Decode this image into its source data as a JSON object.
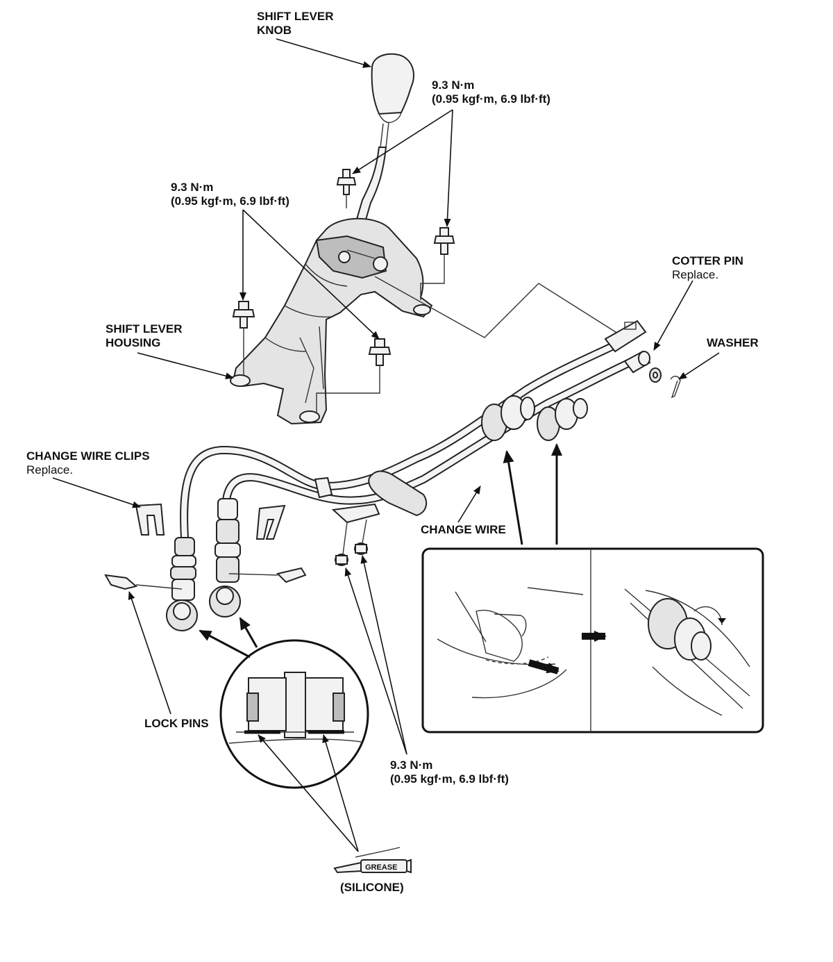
{
  "labels": {
    "shift_lever_knob": [
      "SHIFT LEVER",
      "KNOB"
    ],
    "torque_top": [
      "9.3 N·m",
      "(0.95 kgf·m, 6.9 lbf·ft)"
    ],
    "torque_left": [
      "9.3 N·m",
      "(0.95 kgf·m, 6.9 lbf·ft)"
    ],
    "torque_bottom": [
      "9.3 N·m",
      "(0.95 kgf·m, 6.9 lbf·ft)"
    ],
    "cotter_pin": "COTTER PIN",
    "cotter_pin_note": "Replace.",
    "washer": "WASHER",
    "shift_lever_housing": [
      "SHIFT LEVER",
      "HOUSING"
    ],
    "change_wire_clips": "CHANGE WIRE CLIPS",
    "change_wire_clips_note": "Replace.",
    "change_wire": "CHANGE WIRE",
    "lock_pins": "LOCK PINS",
    "grease_tag": "GREASE",
    "silicone": "(SILICONE)"
  },
  "icons": [
    "grease-tube-icon",
    "arrow-right-icon",
    "rotate-arrow-icon"
  ]
}
